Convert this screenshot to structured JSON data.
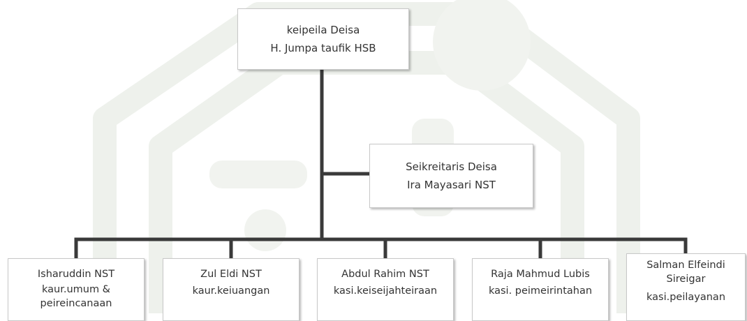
{
  "diagram": {
    "head": {
      "role": "keipeila Deisa",
      "name": "H. Jumpa taufik HSB"
    },
    "secretary": {
      "role": "Seikreitaris Deisa",
      "name": "Ira Mayasari NST"
    },
    "staff": [
      {
        "name": "Isharuddin NST",
        "role": "kaur.umum &",
        "role2": "peireincanaan"
      },
      {
        "name": "Zul Eldi NST",
        "role": "kaur.keiuangan"
      },
      {
        "name": "Abdul Rahim NST",
        "role": "kasi.keiseijahteiraan"
      },
      {
        "name": "Raja Mahmud Lubis",
        "role": "kasi. peimeirintahan"
      },
      {
        "name": "Salman Elfeindi",
        "name2": "Sireigar",
        "role": "kasi.peilayanan"
      }
    ]
  },
  "colors": {
    "connector": "#3a3a3a",
    "box_border": "#c8c8c8",
    "text": "#333333",
    "watermark": "#f1f3ef"
  }
}
